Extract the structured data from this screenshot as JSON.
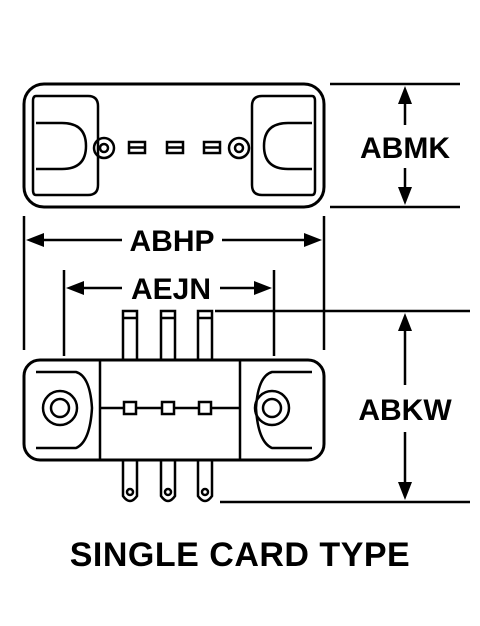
{
  "dimensions": {
    "top_height": "ABMK",
    "overall_width": "ABHP",
    "mount_spacing": "AEJN",
    "bottom_height": "ABKW"
  },
  "caption": "SINGLE CARD TYPE",
  "colors": {
    "ink": "#000000",
    "background": "#ffffff"
  }
}
